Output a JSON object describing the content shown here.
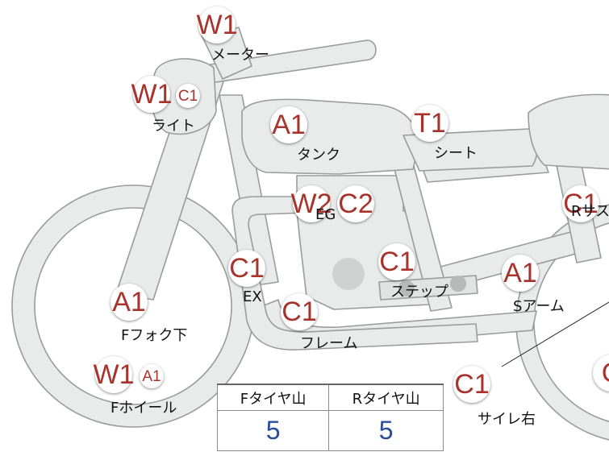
{
  "colors": {
    "badge_text": "#a8332c",
    "bike_fill": "#e9ebea",
    "bike_stroke": "#9a9c9b",
    "value_text": "#2a4a9a"
  },
  "badges": {
    "meter_w1": "W1",
    "light_w1": "W1",
    "light_c1": "C1",
    "tank_a1": "A1",
    "seat_t1": "T1",
    "eg_w2": "W2",
    "eg_c2": "C2",
    "rsus_c1": "C1",
    "ex_c1": "C1",
    "step_c1": "C1",
    "sarm_a1": "A1",
    "ffork_a1": "A1",
    "frame_c1": "C1",
    "fwheel_w1": "W1",
    "fwheel_a1": "A1",
    "sile_c1": "C1",
    "edge_c": "C"
  },
  "labels": {
    "meter": "メーター",
    "light": "ライト",
    "tank": "タンク",
    "seat": "シート",
    "eg": "EG",
    "rsus": "Rサス",
    "ex": "EX",
    "step": "ステップ",
    "sarm": "Sアーム",
    "ffork": "Fフォク下",
    "frame": "フレーム",
    "fwheel": "Fホイール",
    "sile": "サイレ右"
  },
  "tire_table": {
    "headers": [
      "Fタイヤ山",
      "Rタイヤ山"
    ],
    "values": [
      "5",
      "5"
    ]
  }
}
